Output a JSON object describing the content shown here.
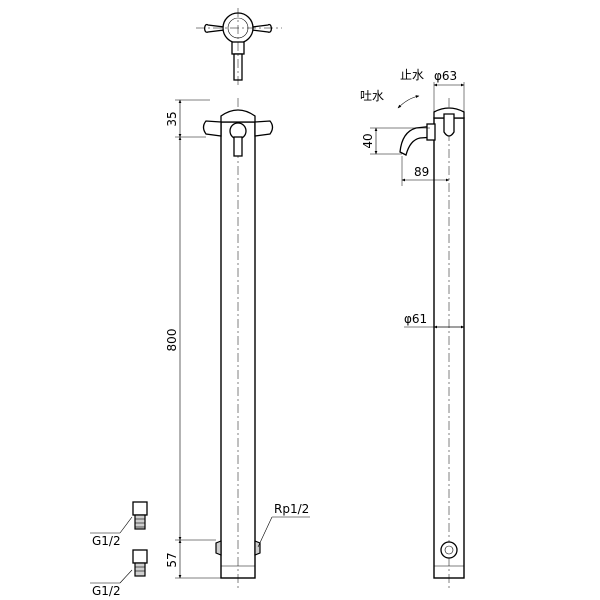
{
  "dimensions": {
    "top_height": "35",
    "body_height": "800",
    "bottom_height": "57",
    "spout_drop": "40",
    "spout_reach": "89",
    "head_diameter": "φ63",
    "column_diameter": "φ61"
  },
  "labels": {
    "stop_water": "止水",
    "spout_water": "吐水",
    "inlet_thread": "Rp1/2",
    "fitting_thread_upper": "G1/2",
    "fitting_thread_lower": "G1/2"
  }
}
